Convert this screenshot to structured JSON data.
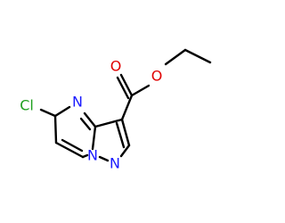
{
  "molecule": {
    "atoms": {
      "cl": {
        "label": "Cl",
        "color": "#1fa01f"
      },
      "n_pyrimidine": {
        "label": "N",
        "color": "#1a1aff"
      },
      "n_bridgehead": {
        "label": "N",
        "color": "#1a1aff"
      },
      "n_pyrazole": {
        "label": "N",
        "color": "#1a1aff"
      },
      "o_carbonyl": {
        "label": "O",
        "color": "#e00000"
      },
      "o_ester": {
        "label": "O",
        "color": "#e00000"
      }
    },
    "bond_color": "#000000"
  }
}
